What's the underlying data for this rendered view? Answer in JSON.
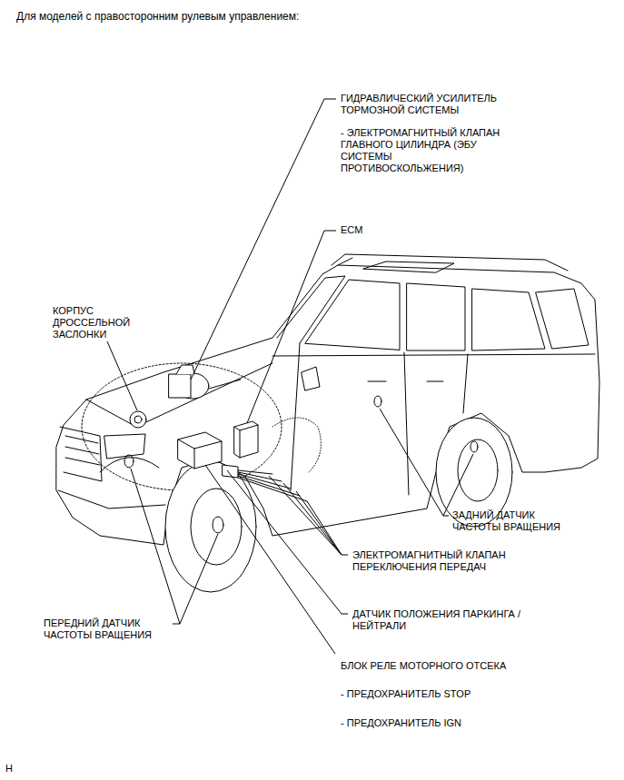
{
  "diagram": {
    "title": "Для моделей с правосторонним рулевым управлением:",
    "labels": [
      "ГИДРАВЛИЧЕСКИЙ УСИЛИТЕЛЬ ТОРМОЗНОЙ СИСТЕМЫ",
      "- ЭЛЕКТРОМАГНИТНЫЙ КЛАПАН ГЛАВНОГО ЦИЛИНДРА (ЭБУ СИСТЕМЫ ПРОТИВОСКОЛЬЖЕНИЯ)",
      "ECM",
      "КОРПУС ДРОССЕЛЬНОЙ ЗАСЛОНКИ",
      "ЗАДНИЙ ДАТЧИК ЧАСТОТЫ ВРАЩЕНИЯ",
      "ЭЛЕКТРОМАГНИТНЫЙ КЛАПАН ПЕРЕКЛЮЧЕНИЯ ПЕРЕДАЧ",
      "ДАТЧИК ПОЛОЖЕНИЯ ПАРКИНГА / НЕЙТРАЛИ",
      "ПЕРЕДНИЙ ДАТЧИК ЧАСТОТЫ ВРАЩЕНИЯ",
      "БЛОК РЕЛЕ МОТОРНОГО ОТСЕКА",
      "- ПРЕДОХРАНИТЕЛЬ STOP",
      "- ПРЕДОХРАНИТЕЛЬ IGN",
      "H"
    ]
  }
}
